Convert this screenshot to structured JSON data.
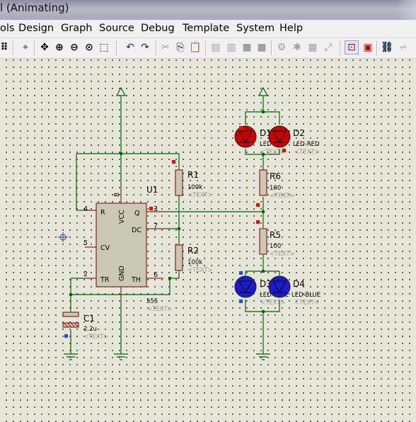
{
  "window": {
    "title": "l (Animating)"
  },
  "menu": [
    "ols",
    "Design",
    "Graph",
    "Source",
    "Debug",
    "Template",
    "System",
    "Help"
  ],
  "toolbar": {
    "icons": [
      "grid-icon",
      "origin-icon",
      "pan-icon",
      "zoom-in-icon",
      "zoom-out-icon",
      "zoom-area-icon",
      "zoom-all-icon",
      "undo-icon",
      "redo-icon",
      "cut-icon",
      "copy-icon",
      "paste-icon",
      "block-copy-icon",
      "block-move-icon",
      "block-rotate-icon",
      "block-delete-icon",
      "pick-device-icon",
      "make-device-icon",
      "package-icon",
      "decompose-icon",
      "wire-autorouter-icon",
      "search-tag-icon",
      "property-assign-icon",
      "design-explorer-icon"
    ]
  },
  "colors": {
    "wire": "#006400",
    "body": "#c8c8b4",
    "pin": "#8b2222",
    "led_red": "#cc0000",
    "led_blue": "#1a1ad0",
    "marker_red": "#ff0000",
    "marker_blue": "#2244ff",
    "text_placeholder": "#9a9a9a"
  },
  "schematic": {
    "u1": {
      "ref": "U1",
      "type": "555",
      "text": "<TEXT>",
      "pins": {
        "vcc": "8",
        "r": "4",
        "cv": "5",
        "tr": "2",
        "q": "3",
        "dc": "7",
        "th": "6"
      },
      "labels": {
        "r": "R",
        "vcc": "VCC",
        "q": "Q",
        "dc": "DC",
        "cv": "CV",
        "tr": "TR",
        "gnd": "GND",
        "th": "TH"
      }
    },
    "r1": {
      "ref": "R1",
      "value": "100k",
      "text": "<TEXT>"
    },
    "r2": {
      "ref": "R2",
      "value": "100k",
      "text": "<TEXT>"
    },
    "r5": {
      "ref": "R5",
      "value": "100",
      "text": "<TEXT>"
    },
    "r6": {
      "ref": "R6",
      "value": "100",
      "text": "<TEXT>"
    },
    "c1": {
      "ref": "C1",
      "value": "2.2u",
      "text": "<TEXT>"
    },
    "d1": {
      "ref": "D1",
      "type": "LED-RED",
      "text": "<TEXT>"
    },
    "d2": {
      "ref": "D2",
      "type": "LED-RED",
      "text": "<TEXT>"
    },
    "d3": {
      "ref": "D3",
      "type": "LED-BLUE",
      "text": "<TEXT>"
    },
    "d4": {
      "ref": "D4",
      "type": "LED-BLUE",
      "text": "<TEXT>"
    }
  }
}
